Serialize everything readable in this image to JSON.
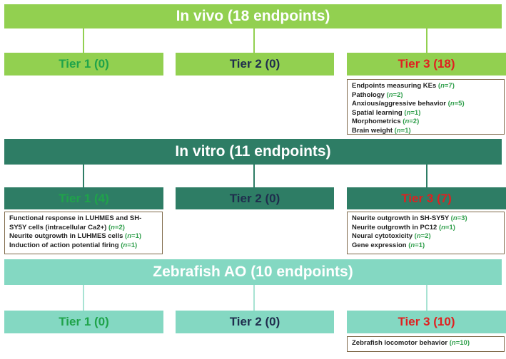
{
  "colors": {
    "in_vivo_green": "#92d050",
    "in_vitro_green": "#2e7d65",
    "zebrafish_teal": "#84d8c2",
    "tier1_text": "#1fa34a",
    "tier2_text": "#1f2d4d",
    "tier3_text": "#e02020",
    "count_green": "#2e9e4a"
  },
  "in_vivo": {
    "title": "In vivo (18 endpoints)",
    "tier1": "Tier 1 (0)",
    "tier2": "Tier 2 (0)",
    "tier3": "Tier 3 (18)",
    "tier3_items": [
      {
        "label": "Endpoints measuring KEs ",
        "count": "(n=7)"
      },
      {
        "label": "Pathology ",
        "count": "(n=2)"
      },
      {
        "label": "Anxious/aggressive behavior ",
        "count": "(n=5)"
      },
      {
        "label": "Spatial learning  ",
        "count": "(n=1)"
      },
      {
        "label": "Morphometrics ",
        "count": "(n=2)"
      },
      {
        "label": "Brain weight ",
        "count": "(n=1)"
      }
    ]
  },
  "in_vitro": {
    "title": "In vitro (11 endpoints)",
    "tier1": "Tier 1 (4)",
    "tier2": "Tier 2 (0)",
    "tier3": "Tier 3 (7)",
    "tier1_items": [
      {
        "label": "Functional response in LUHMES and SH-SY5Y cells (intracellular Ca2+) ",
        "count": "(n=2)"
      },
      {
        "label": "Neurite outgrowth in LUHMES cells ",
        "count": "(n=1)"
      },
      {
        "label": "Induction of action potential firing ",
        "count": "(n=1)"
      }
    ],
    "tier3_items": [
      {
        "label": "Neurite outgrowth in SH-SY5Y ",
        "count": "(n=3)"
      },
      {
        "label": "Neurite outgrowth in PC12 ",
        "count": "(n=1)"
      },
      {
        "label": "Neural cytotoxicity ",
        "count": "(n=2)"
      },
      {
        "label": "Gene expression ",
        "count": "(n=1)"
      }
    ]
  },
  "zebrafish": {
    "title": "Zebrafish AO (10 endpoints)",
    "tier1": "Tier 1 (0)",
    "tier2": "Tier 2 (0)",
    "tier3": "Tier 3 (10)",
    "tier3_items": [
      {
        "label": "Zebrafish locomotor behavior ",
        "count": "(n=10)"
      }
    ]
  }
}
